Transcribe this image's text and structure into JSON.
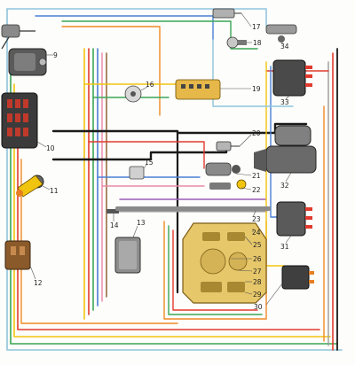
{
  "diagram": {
    "labels": {
      "n9": "9",
      "n10": "10",
      "n11": "11",
      "n12": "12",
      "n13": "13",
      "n14": "14",
      "n15": "15",
      "n16": "16",
      "n17": "17",
      "n18": "18",
      "n19": "19",
      "n20": "20",
      "n21": "21",
      "n22": "22",
      "n23": "23",
      "n24": "24",
      "n25": "25",
      "n26": "26",
      "n27": "27",
      "n28": "28",
      "n29": "29",
      "n30": "30",
      "n31": "31",
      "n32": "32",
      "n33": "33",
      "n34": "34"
    },
    "colors": {
      "black": "#1a1a1a",
      "red": "#e23b2e",
      "yellow": "#f1c40f",
      "green": "#3aa655",
      "blue": "#4a7fd6",
      "lightblue": "#8fc3dd",
      "orange": "#f08a24",
      "pink": "#e98aa8",
      "brown": "#8a5a2b",
      "grey": "#9a9a9a",
      "violet": "#9b59b6",
      "panel": "#e6c76a"
    }
  }
}
